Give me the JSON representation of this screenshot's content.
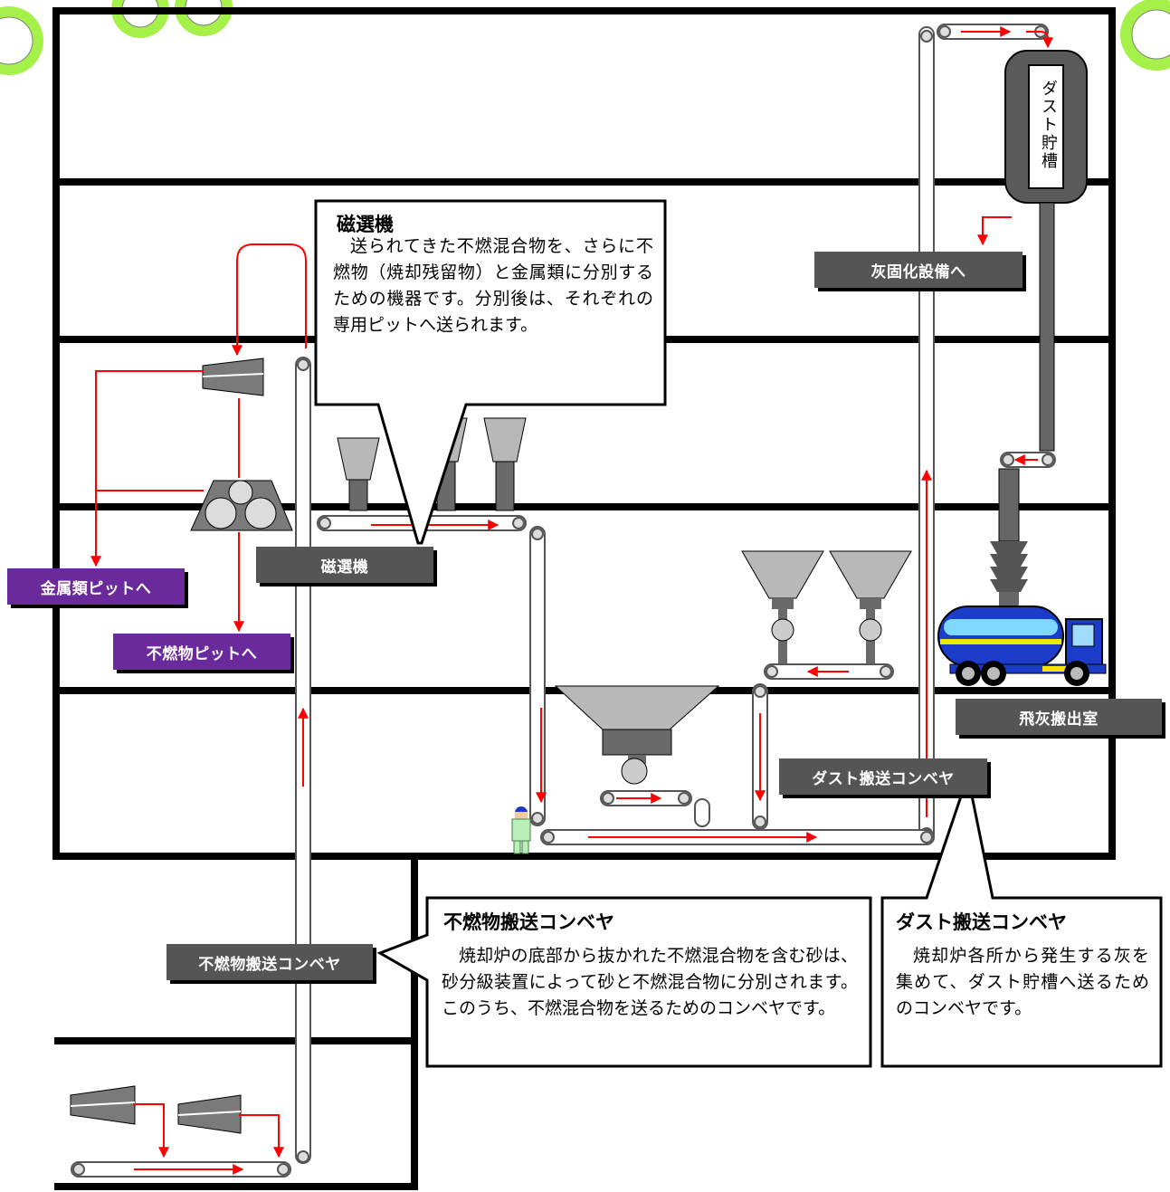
{
  "labels": {
    "magnet": "磁選機",
    "metal_pit": "金属類ピットへ",
    "incombustible_pit": "不燃物ピットへ",
    "ash_solidification": "灰固化設備へ",
    "fly_ash_room": "飛灰搬出室",
    "dust_conveyor": "ダスト搬送コンベヤ",
    "incombustible_conveyor": "不燃物搬送コンベヤ",
    "dust_silo": "ダスト貯槽"
  },
  "callouts": {
    "magnet": {
      "title": "磁選機",
      "body": "送られてきた不燃混合物を、さらに不燃物（焼却残留物）と金属類に分別するための機器です。分別後は、それぞれの専用ピットへ送られます。"
    },
    "incombustible_conveyor": {
      "title": "不燃物搬送コンベヤ",
      "body": "焼却炉の底部から抜かれた不燃混合物を含む砂は、砂分級装置によって砂と不燃混合物に分別されます。このうち、不燃混合物を送るためのコンベヤです。"
    },
    "dust_conveyor": {
      "title": "ダスト搬送コンベヤ",
      "body": "焼却炉各所から発生する灰を集めて、ダスト貯槽へ送るためのコンベヤです。"
    }
  },
  "colors": {
    "label_gray": "#555555",
    "label_purple": "#6b2a9c",
    "flow_arrow": "#ff0000",
    "gear": "#a6f04a",
    "machine_gray": "#b8b8b8",
    "machine_dark": "#6a6a6a",
    "tanker_blue": "#1a3cc8",
    "tanker_yellow": "#f2e600"
  }
}
